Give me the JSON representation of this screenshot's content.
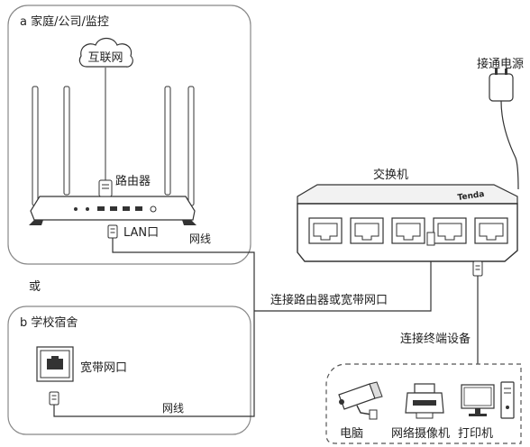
{
  "scenario_a": {
    "title": "a 家庭/公司/监控"
  },
  "cloud": {
    "label": "互联网"
  },
  "router": {
    "label": "路由器",
    "lan_port_label": "LAN口"
  },
  "cable_a": {
    "label": "网线"
  },
  "or_text": "或",
  "scenario_b": {
    "title": "b 学校宿舍",
    "wall_port_label": "宽带网口"
  },
  "cable_b": {
    "label": "网线"
  },
  "power": {
    "label": "接通电源"
  },
  "switch": {
    "label": "交换机",
    "brand": "Tenda"
  },
  "uplink": {
    "label": "连接路由器或宽带网口"
  },
  "downlink": {
    "label": "连接终端设备"
  },
  "devices": {
    "computer": "电脑",
    "camera": "网络摄像机",
    "printer": "打印机"
  },
  "colors": {
    "line": "#333333",
    "panel": "#888888",
    "switch_body": "#f2f2f2"
  }
}
